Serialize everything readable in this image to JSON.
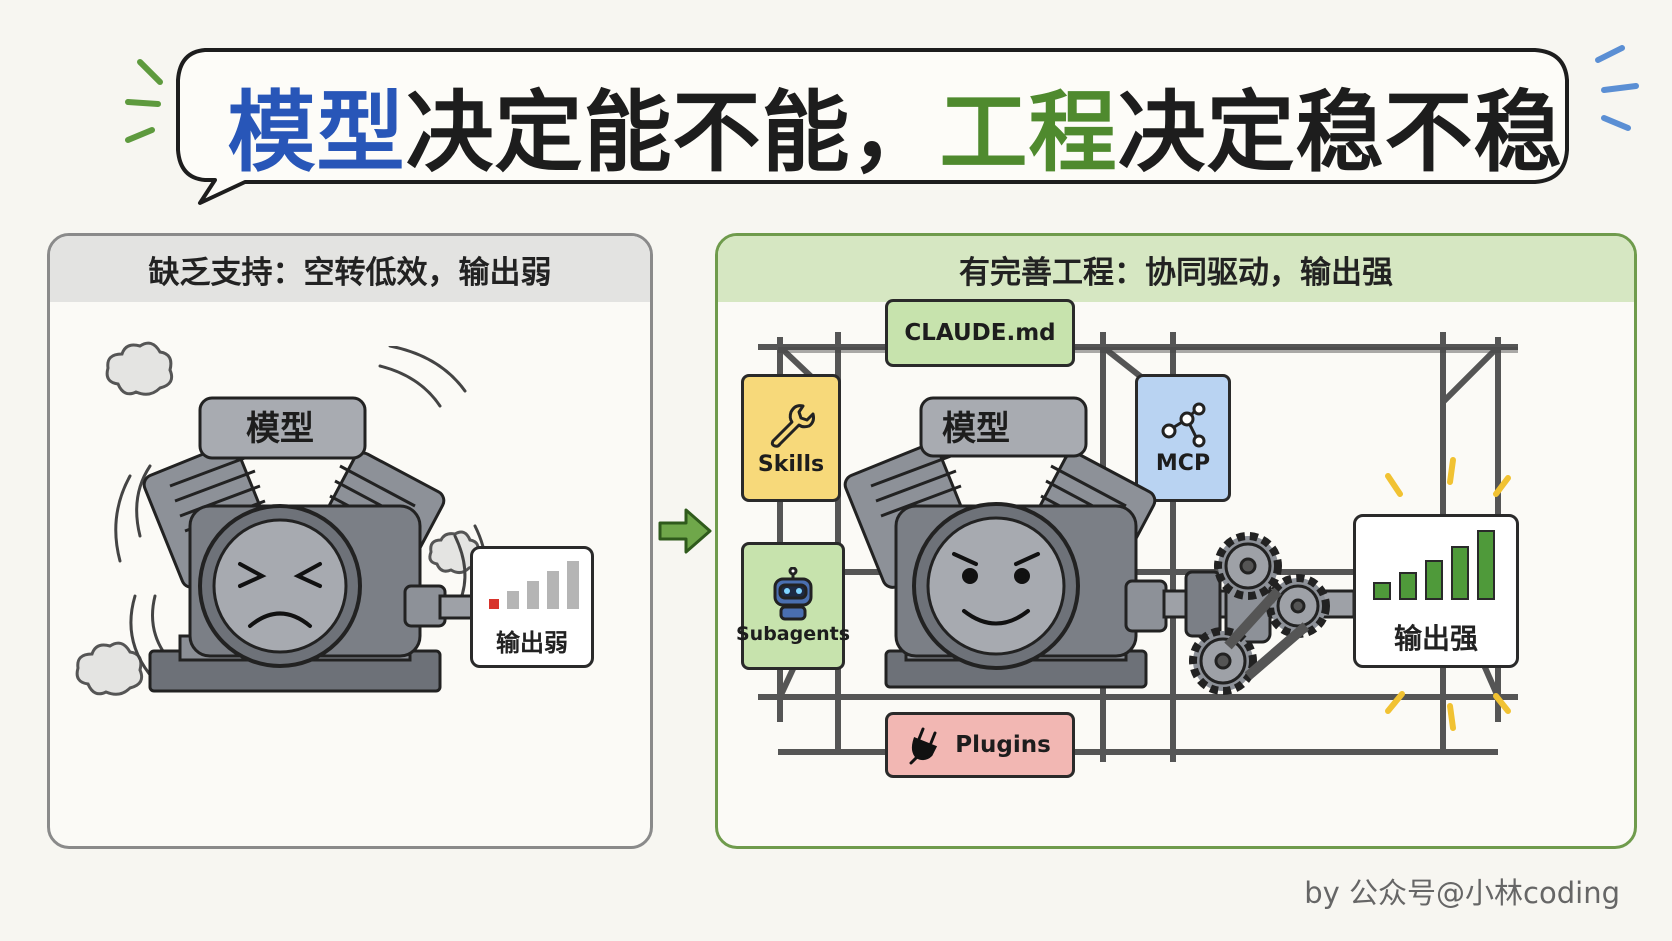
{
  "title": {
    "part1": "模型",
    "part2": "决定能不能，",
    "part3": "工程",
    "part4": "决定稳不稳"
  },
  "left_panel": {
    "header": "缺乏支持：空转低效，输出弱",
    "engine_label": "模型",
    "output_label": "输出弱",
    "output_level": 0.1
  },
  "right_panel": {
    "header": "有完善工程：协同驱动，输出强",
    "engine_label": "模型",
    "output_label": "输出强",
    "output_level": 1.0,
    "components": {
      "top": "CLAUDE.md",
      "skills": "Skills",
      "mcp": "MCP",
      "subagents": "Subagents",
      "plugins": "Plugins"
    }
  },
  "footer": "by  公众号@小林coding",
  "colors": {
    "title_blue": "#2856b8",
    "title_green": "#4f8a2e",
    "panel_right_border": "#6f9b4c",
    "panel_right_header": "#d6e7c2",
    "panel_left_header": "#e3e3e1",
    "skills_bg": "#f7d97a",
    "mcp_bg": "#b9d3f2",
    "subagents_bg": "#c7e3ad",
    "plugins_bg": "#f2b7b3",
    "claude_bg": "#c7e3ad",
    "weak_bar": "#b5b5b5",
    "weak_bar_alert": "#d8332b",
    "strong_bar": "#4f9a3a"
  }
}
